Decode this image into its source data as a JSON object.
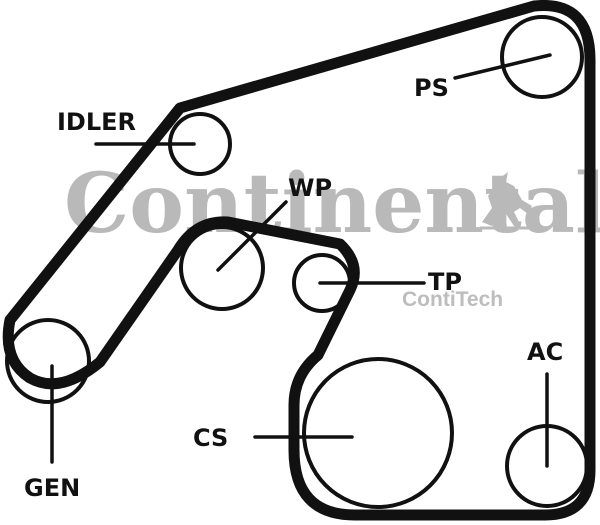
{
  "diagram": {
    "pulleys": {
      "ps": {
        "label": "PS"
      },
      "idler": {
        "label": "IDLER"
      },
      "wp": {
        "label": "WP"
      },
      "tp": {
        "label": "TP"
      },
      "gen": {
        "label": "GEN"
      },
      "cs": {
        "label": "CS"
      },
      "ac": {
        "label": "AC"
      }
    },
    "belt_color": "#111111",
    "pulley_color": "#111111"
  },
  "watermark": {
    "brand": "Continental",
    "sub": "ContiTech",
    "color": "#b9b9b9"
  }
}
